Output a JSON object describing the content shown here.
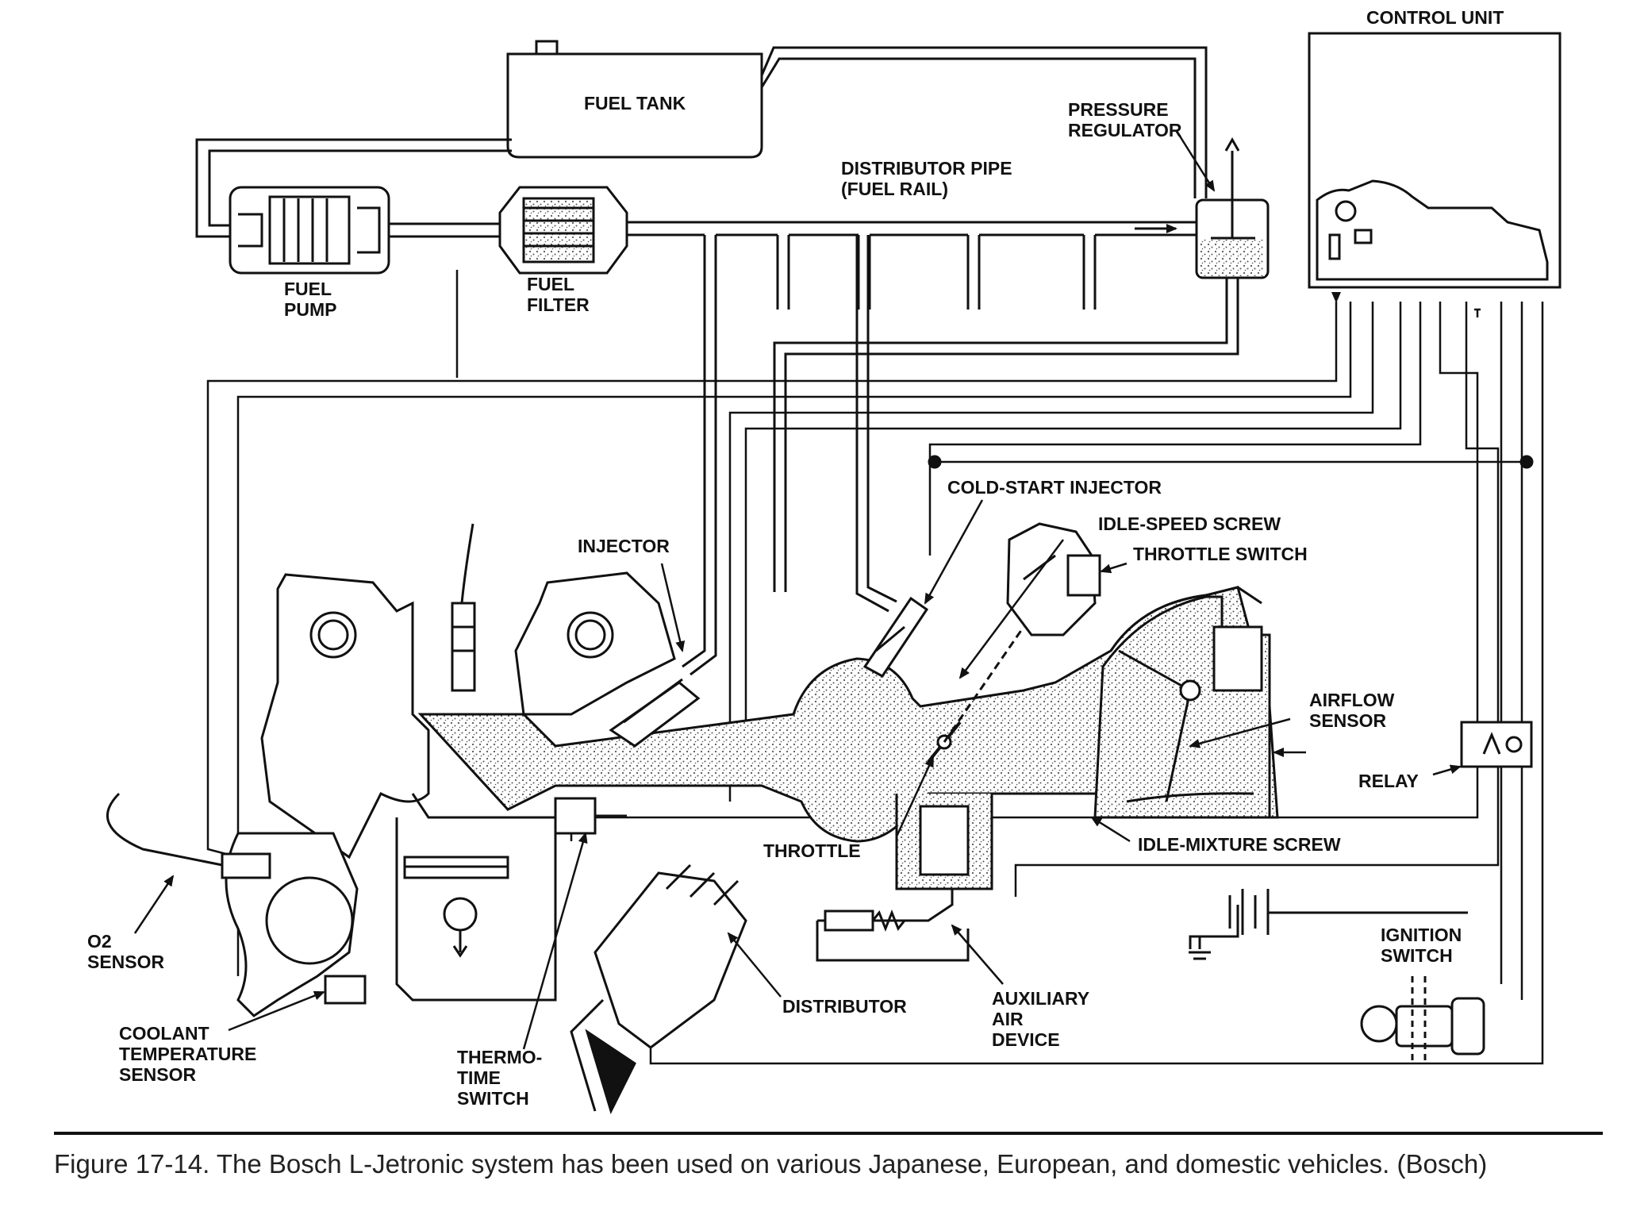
{
  "labels": {
    "control_unit": "CONTROL UNIT",
    "fuel_tank": "FUEL TANK",
    "pressure_regulator": [
      "PRESSURE",
      "REGULATOR"
    ],
    "distributor_pipe": [
      "DISTRIBUTOR PIPE",
      "(FUEL RAIL)"
    ],
    "fuel_pump": [
      "FUEL",
      "PUMP"
    ],
    "fuel_filter": [
      "FUEL",
      "FILTER"
    ],
    "cold_start_injector": "COLD-START INJECTOR",
    "idle_speed_screw": "IDLE-SPEED SCREW",
    "throttle_switch": "THROTTLE SWITCH",
    "injector": "INJECTOR",
    "airflow_sensor": [
      "AIRFLOW",
      "SENSOR"
    ],
    "relay": "RELAY",
    "throttle": "THROTTLE",
    "idle_mixture_screw": "IDLE-MIXTURE SCREW",
    "o2_sensor": [
      "O2",
      "SENSOR"
    ],
    "coolant_temperature_sensor": [
      "COOLANT",
      "TEMPERATURE",
      "SENSOR"
    ],
    "thermo_time_switch": [
      "THERMO-",
      "TIME",
      "SWITCH"
    ],
    "distributor": "DISTRIBUTOR",
    "auxiliary_air_device": [
      "AUXILIARY",
      "AIR",
      "DEVICE"
    ],
    "ignition_switch": [
      "IGNITION",
      "SWITCH"
    ]
  },
  "caption": "Figure 17-14. The Bosch L-Jetronic system has been used on various Japanese, European, and domestic vehicles. (Bosch)",
  "colors": {
    "ink": "#111111",
    "paper": "#ffffff",
    "stipple": "#555555"
  }
}
